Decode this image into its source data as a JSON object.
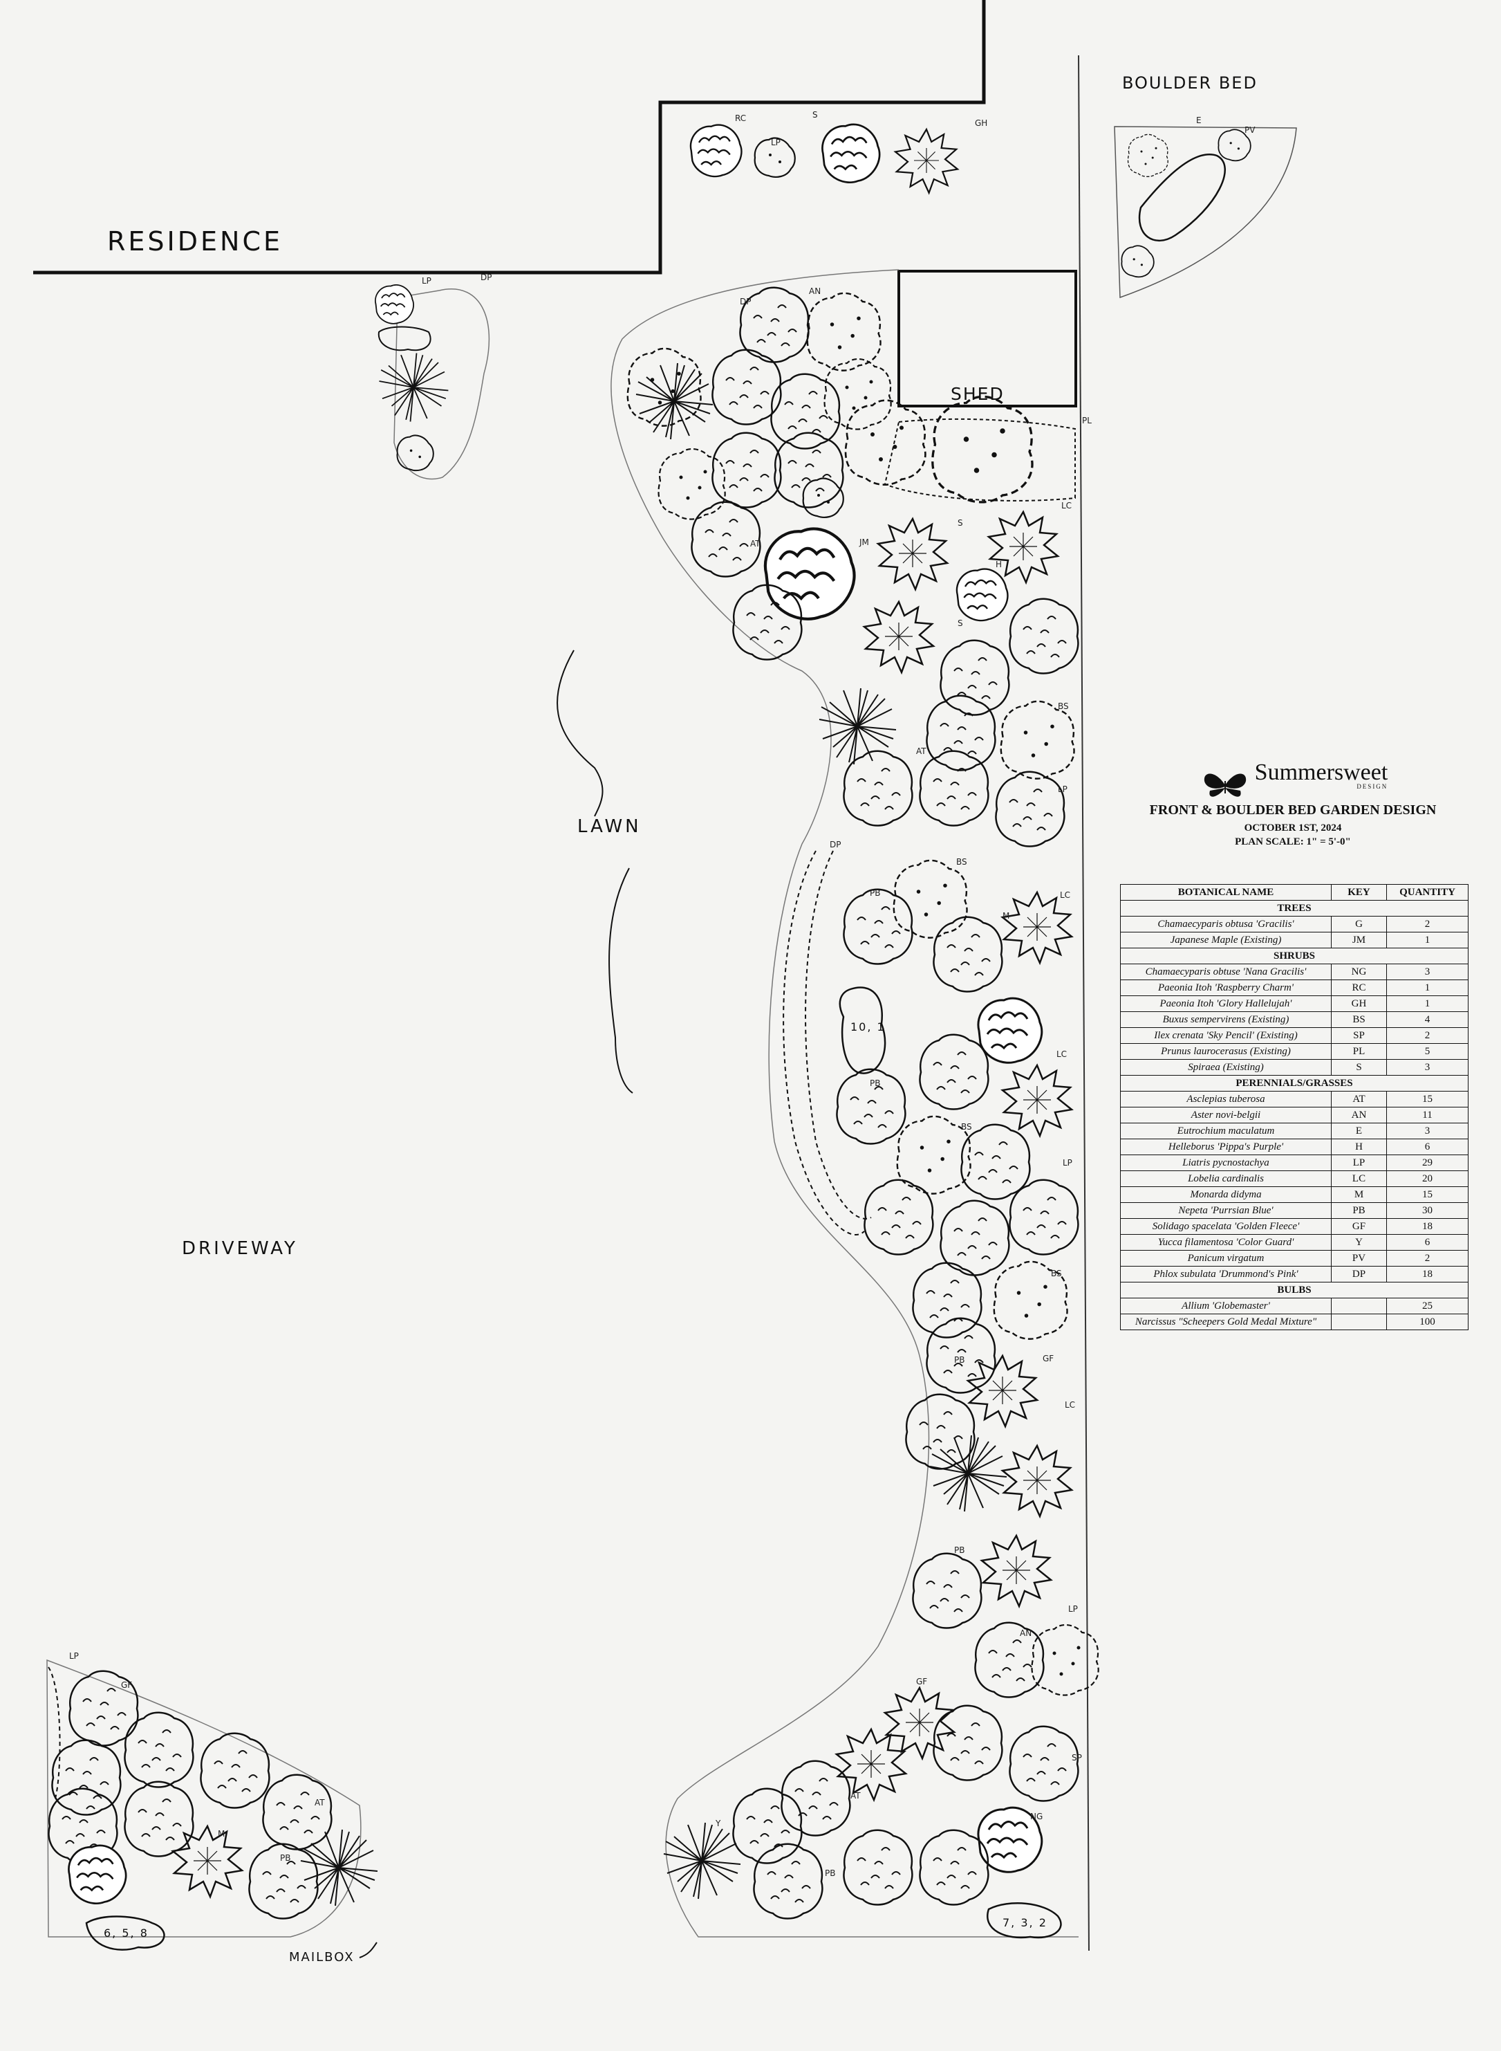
{
  "labels": {
    "residence": "RESIDENCE",
    "shed": "SHED",
    "boulder_bed": "BOULDER BED",
    "lawn": "LAWN",
    "driveway": "DRIVEWAY",
    "mailbox": "MAILBOX"
  },
  "bulb_markers": [
    "10, 1",
    "6, 5, 8",
    "7, 3, 2"
  ],
  "plant_codes": [
    "RC",
    "LP",
    "S",
    "GH",
    "E",
    "PV",
    "LP",
    "DP",
    "AN",
    "DP",
    "PL",
    "LC",
    "S",
    "AT",
    "JM",
    "H",
    "S",
    "BS",
    "AT",
    "LP",
    "DP",
    "BS",
    "PB",
    "LC",
    "M",
    "PB",
    "LC",
    "BS",
    "LP",
    "BS",
    "PB",
    "GF",
    "LC",
    "PB",
    "AN",
    "LP",
    "GF",
    "SP",
    "AT",
    "PB",
    "NG",
    "LP",
    "GF",
    "AT",
    "M",
    "PB",
    "Y"
  ],
  "title_block": {
    "brand": "Summersweet",
    "brand_sub": "DESIGN",
    "title": "FRONT & BOULDER BED GARDEN DESIGN",
    "date": "OCTOBER 1ST, 2024",
    "scale": "PLAN SCALE: 1\" = 5'-0\""
  },
  "plant_table": {
    "headers": [
      "BOTANICAL NAME",
      "KEY",
      "QUANTITY"
    ],
    "sections": [
      {
        "title": "TREES",
        "rows": [
          [
            "Chamaecyparis obtusa 'Gracilis'",
            "G",
            "2"
          ],
          [
            "Japanese Maple (Existing)",
            "JM",
            "1"
          ]
        ]
      },
      {
        "title": "SHRUBS",
        "rows": [
          [
            "Chamaecyparis obtuse 'Nana Gracilis'",
            "NG",
            "3"
          ],
          [
            "Paeonia Itoh 'Raspberry Charm'",
            "RC",
            "1"
          ],
          [
            "Paeonia Itoh 'Glory Hallelujah'",
            "GH",
            "1"
          ],
          [
            "Buxus sempervirens (Existing)",
            "BS",
            "4"
          ],
          [
            "Ilex crenata 'Sky Pencil' (Existing)",
            "SP",
            "2"
          ],
          [
            "Prunus laurocerasus (Existing)",
            "PL",
            "5"
          ],
          [
            "Spiraea (Existing)",
            "S",
            "3"
          ]
        ]
      },
      {
        "title": "PERENNIALS/GRASSES",
        "rows": [
          [
            "Asclepias tuberosa",
            "AT",
            "15"
          ],
          [
            "Aster novi-belgii",
            "AN",
            "11"
          ],
          [
            "Eutrochium maculatum",
            "E",
            "3"
          ],
          [
            "Helleborus 'Pippa's Purple'",
            "H",
            "6"
          ],
          [
            "Liatris pycnostachya",
            "LP",
            "29"
          ],
          [
            "Lobelia cardinalis",
            "LC",
            "20"
          ],
          [
            "Monarda didyma",
            "M",
            "15"
          ],
          [
            "Nepeta 'Purrsian Blue'",
            "PB",
            "30"
          ],
          [
            "Solidago spacelata 'Golden Fleece'",
            "GF",
            "18"
          ],
          [
            "Yucca filamentosa 'Color Guard'",
            "Y",
            "6"
          ],
          [
            "Panicum virgatum",
            "PV",
            "2"
          ],
          [
            "Phlox subulata 'Drummond's Pink'",
            "DP",
            "18"
          ]
        ]
      },
      {
        "title": "BULBS",
        "rows": [
          [
            "Allium 'Globemaster'",
            "",
            "25"
          ],
          [
            "Narcissus \"Scheepers Gold Medal Mixture\"",
            "",
            "100"
          ]
        ]
      }
    ]
  }
}
